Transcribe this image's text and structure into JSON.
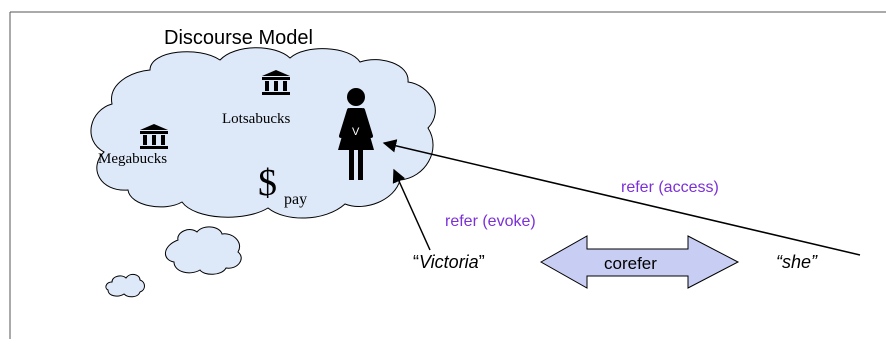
{
  "diagram": {
    "title": "Discourse Model",
    "entities": {
      "megabucks": "Megabucks",
      "lotsabucks": "Lotsabucks",
      "dollar_symbol": "$",
      "dollar_subscript": "pay",
      "person_label": "V"
    },
    "mentions": {
      "victoria_open": "“",
      "victoria_name": "Victoria",
      "victoria_close": "”",
      "she": "“she”"
    },
    "arrows": {
      "refer_evoke": "refer (evoke)",
      "refer_access": "refer (access)",
      "corefer": "corefer"
    },
    "icons": {
      "bank": "bank-icon",
      "person": "woman-person-icon",
      "cloud": "thought-cloud"
    },
    "colors": {
      "cloud_fill": "#dde8f8",
      "arrow_label": "#7b30d8",
      "corefer_fill": "#c8cdf3",
      "ink": "#000000"
    }
  }
}
